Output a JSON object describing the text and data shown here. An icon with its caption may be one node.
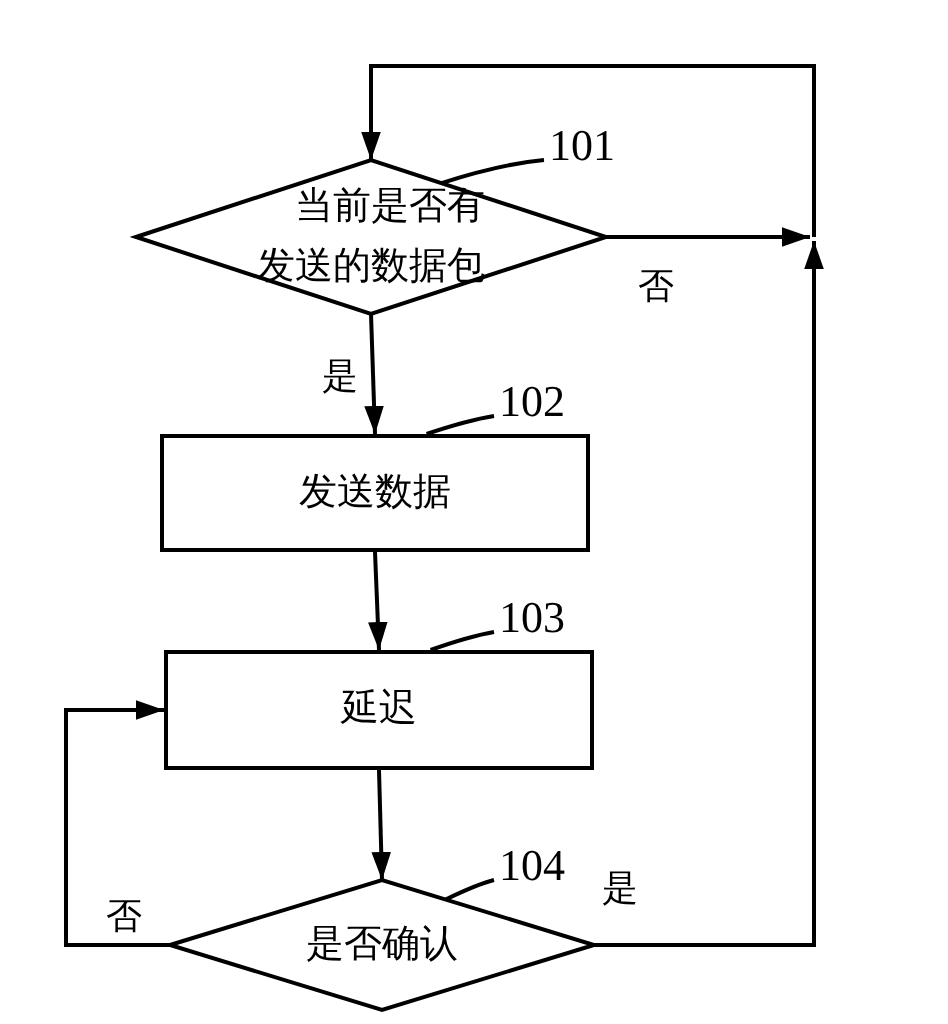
{
  "diagram": {
    "nodes": [
      {
        "text": [
          "当前是否有发送的数据包"
        ]
      },
      {
        "text": [
          "发送数据"
        ]
      },
      {
        "text": [
          "延迟"
        ]
      },
      {
        "text": [
          "是否确认"
        ]
      },
      {
        "text": [
          "101"
        ]
      },
      {
        "text": [
          "102"
        ]
      },
      {
        "text": [
          "103"
        ]
      },
      {
        "text": [
          "104"
        ]
      }
    ],
    "edges": [
      {
        "from": 0,
        "to": 1,
        "arrow": "to",
        "label": "是"
      },
      {
        "from": 1,
        "to": 2,
        "arrow": "to"
      },
      {
        "from": 2,
        "to": 3,
        "arrow": "to"
      },
      {
        "from": 3,
        "to": 2,
        "arrow": "to",
        "label": "否"
      },
      {
        "from": 0,
        "to": 0,
        "arrow": "to",
        "label": "否"
      },
      {
        "from": 3,
        "to": 0,
        "arrow": "to",
        "label": "是"
      },
      {
        "from": 4,
        "to": 0,
        "arrow": "none"
      },
      {
        "from": 5,
        "to": 1,
        "arrow": "none"
      },
      {
        "from": 6,
        "to": 2,
        "arrow": "none"
      },
      {
        "from": 7,
        "to": 3,
        "arrow": "none"
      }
    ]
  }
}
